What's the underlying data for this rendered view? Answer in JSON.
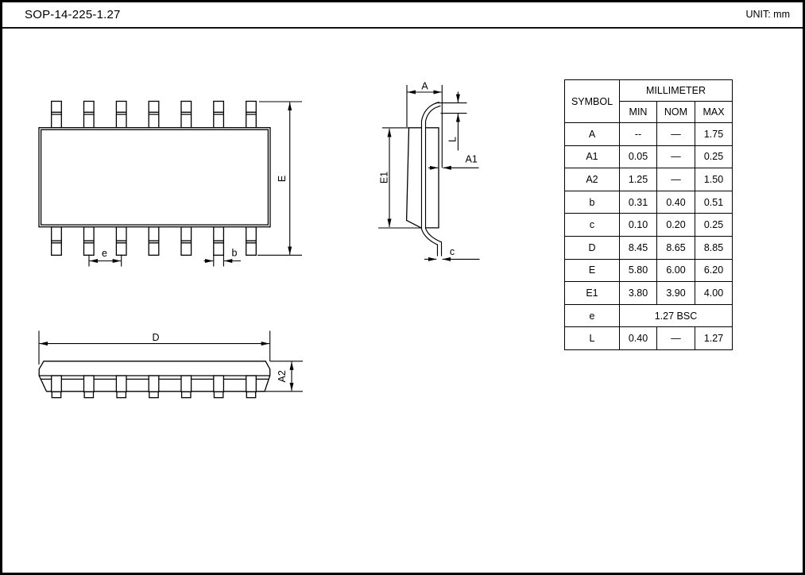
{
  "header": {
    "title": "SOP-14-225-1.27",
    "unit_label": "UNIT: mm"
  },
  "table": {
    "symbol_header": "SYMBOL",
    "group_header": "MILLIMETER",
    "col_headers": [
      "MIN",
      "NOM",
      "MAX"
    ],
    "rows": [
      {
        "symbol": "A",
        "min": "--",
        "nom": "—",
        "max": "1.75"
      },
      {
        "symbol": "A1",
        "min": "0.05",
        "nom": "—",
        "max": "0.25"
      },
      {
        "symbol": "A2",
        "min": "1.25",
        "nom": "—",
        "max": "1.50"
      },
      {
        "symbol": "b",
        "min": "0.31",
        "nom": "0.40",
        "max": "0.51"
      },
      {
        "symbol": "c",
        "min": "0.10",
        "nom": "0.20",
        "max": "0.25"
      },
      {
        "symbol": "D",
        "min": "8.45",
        "nom": "8.65",
        "max": "8.85"
      },
      {
        "symbol": "E",
        "min": "5.80",
        "nom": "6.00",
        "max": "6.20"
      },
      {
        "symbol": "E1",
        "min": "3.80",
        "nom": "3.90",
        "max": "4.00"
      },
      {
        "symbol": "e",
        "span": "1.27 BSC"
      },
      {
        "symbol": "L",
        "min": "0.40",
        "nom": "—",
        "max": "1.27"
      }
    ]
  },
  "drawings": {
    "top_view": {
      "labels": {
        "E": "E",
        "e": "e",
        "b": "b"
      }
    },
    "side_view": {
      "labels": {
        "A": "A",
        "A1": "A1",
        "L": "L",
        "E1": "E1",
        "c": "c"
      }
    },
    "front_view": {
      "labels": {
        "D": "D",
        "A2": "A2"
      }
    }
  },
  "colors": {
    "line": "#000000",
    "background": "#ffffff"
  }
}
